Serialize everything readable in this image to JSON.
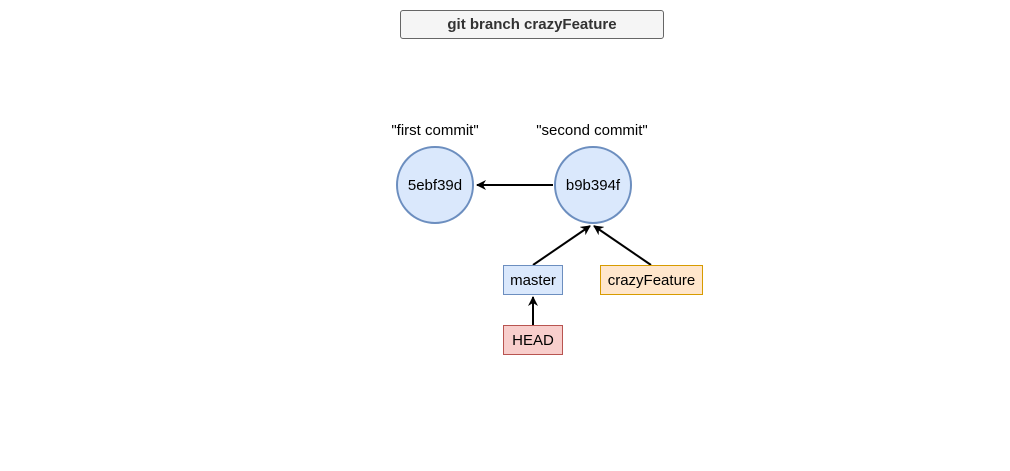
{
  "title": "git branch crazyFeature",
  "commits": [
    {
      "hash": "5ebf39d",
      "message": "\"first commit\""
    },
    {
      "hash": "b9b394f",
      "message": "\"second commit\""
    }
  ],
  "refs": {
    "master": {
      "label": "master",
      "fill": "#dae8fc",
      "stroke": "#6c8ebf"
    },
    "crazyFeature": {
      "label": "crazyFeature",
      "fill": "#ffe6cc",
      "stroke": "#d79b00"
    },
    "head": {
      "label": "HEAD",
      "fill": "#f8cecc",
      "stroke": "#b85450"
    }
  },
  "colors": {
    "commit_fill": "#dae8fc",
    "commit_stroke": "#6c8ebf",
    "arrow": "#000000"
  }
}
